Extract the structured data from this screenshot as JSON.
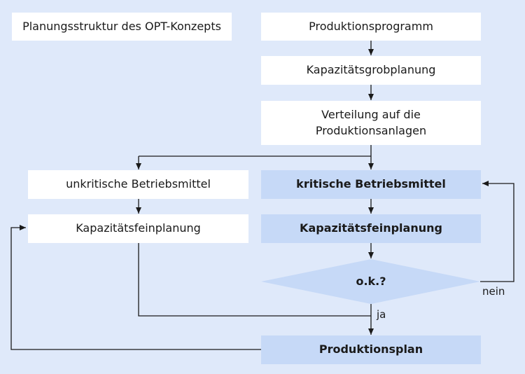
{
  "title": "Planungsstruktur des OPT-Konzepts",
  "nodes": {
    "produktionsprogramm": "Produktionsprogramm",
    "grobplanung": "Kapazitätsgrobplanung",
    "verteilung_line1": "Verteilung auf die",
    "verteilung_line2": "Produktionsanlagen",
    "unkritisch": "unkritische Betriebsmittel",
    "feinplanung_unkritisch": "Kapazitätsfeinplanung",
    "kritisch": "kritische Betriebsmittel",
    "feinplanung_kritisch": "Kapazitätsfeinplanung",
    "decision": "o.k.?",
    "produktionsplan": "Produktionsplan"
  },
  "edge_labels": {
    "yes": "ja",
    "no": "nein"
  },
  "colors": {
    "background": "#dfe9fa",
    "box_white": "#ffffff",
    "box_blue": "#c6d9f7",
    "line": "#1a1a1a"
  }
}
